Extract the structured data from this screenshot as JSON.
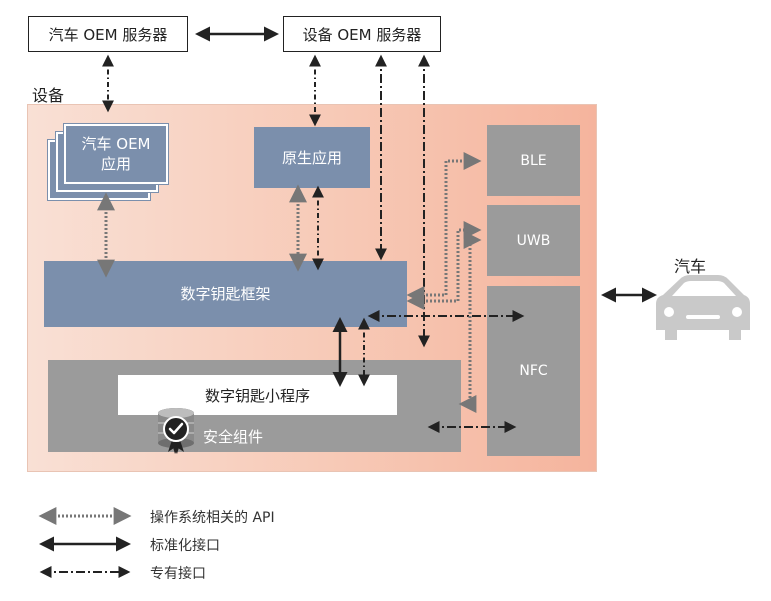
{
  "servers": {
    "car_oem_server": "汽车  OEM  服务器",
    "device_oem_server": "设备  OEM  服务器"
  },
  "device": {
    "label": "设备",
    "car_oem_app_line1": "汽车  OEM",
    "car_oem_app_line2": "应用",
    "native_app": "原生应用",
    "digital_key_framework": "数字钥匙框架",
    "secure_element": "安全组件",
    "digital_key_applet": "数字钥匙小程序",
    "ble": "BLE",
    "uwb": "UWB",
    "nfc": "NFC"
  },
  "car": {
    "label": "汽车"
  },
  "legend": {
    "os_api": "操作系统相关的  API",
    "standard": "标准化接口",
    "proprietary": "专有接口"
  },
  "colors": {
    "device_bg": "#f7c9b6",
    "blue_box": "#7b8fac",
    "gray_box": "#9b9b9b",
    "white_box": "#ffffff",
    "arrow_dark": "#222222",
    "arrow_dotted": "#777777"
  },
  "icons": [
    "secure-element-badge-icon",
    "car-icon"
  ]
}
